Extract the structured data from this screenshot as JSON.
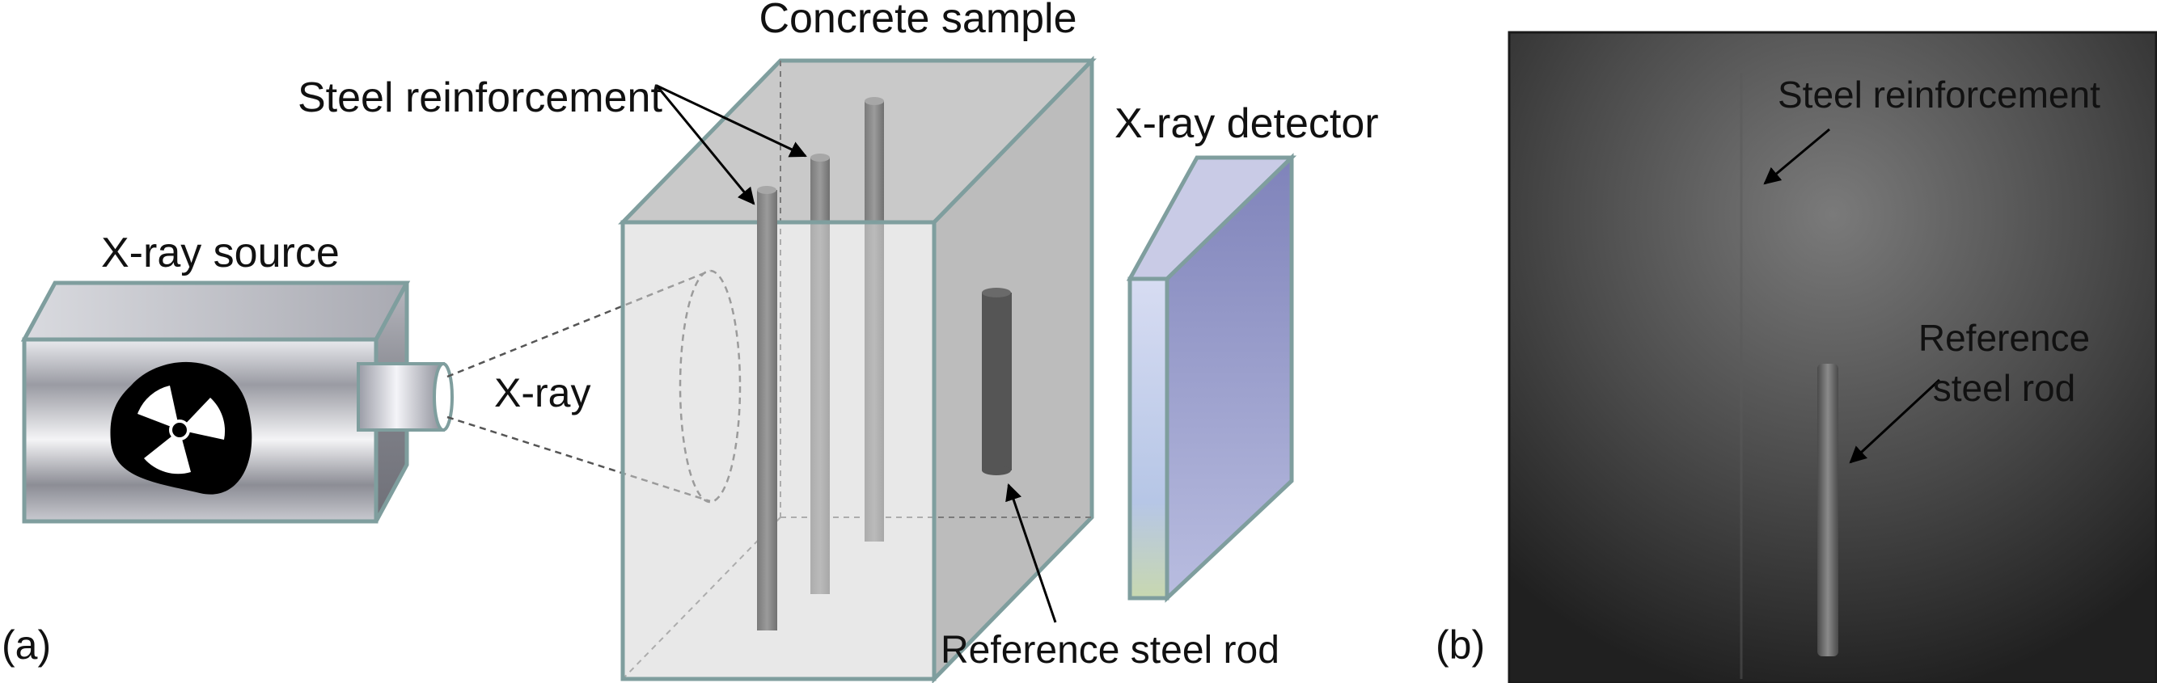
{
  "panel_a": {
    "panel_label": "(a)",
    "labels": {
      "concrete_sample": "Concrete sample",
      "steel_reinforcement": "Steel reinforcement",
      "xray_detector": "X-ray detector",
      "xray_source": "X-ray source",
      "xray": "X-ray",
      "reference_rod": "Reference steel rod"
    }
  },
  "panel_b": {
    "panel_label": "(b)",
    "labels": {
      "steel_reinforcement": "Steel reinforcement",
      "reference_line1": "Reference",
      "reference_line2": "steel rod"
    }
  },
  "colors": {
    "concrete_front": "#d3d3d3",
    "concrete_side": "#bdbdbd",
    "concrete_top": "#c8c8c8",
    "box_edge": "#7f9e9e",
    "rebar": "#8a8a8a",
    "reference_rod": "#555555",
    "detector_face": "#8f93c6",
    "radiograph_dark": "#3e3e3e"
  }
}
